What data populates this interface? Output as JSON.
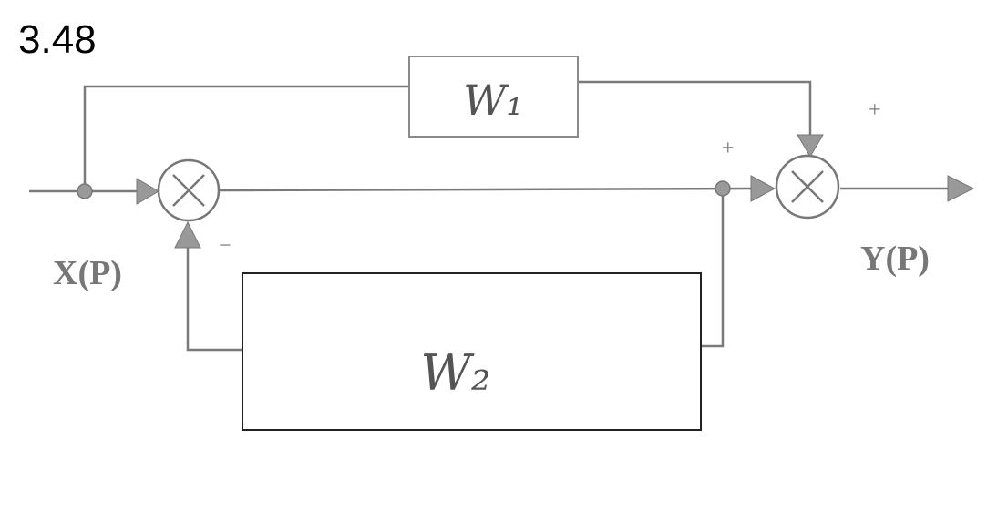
{
  "problem_number": "3.48",
  "colors": {
    "wire": "#7a7a7a",
    "arrow": "#999999",
    "box_w1": "#8a8a8a",
    "box_w2": "#222222",
    "labels": "#777777"
  },
  "input": {
    "label": "X(P)"
  },
  "output": {
    "label": "Y(P)"
  },
  "blocks": {
    "w1": {
      "label": "W₁"
    },
    "w2": {
      "label": "W₂"
    }
  },
  "summer1": {
    "icon": "summing-junction-icon",
    "feedback_sign": "−"
  },
  "summer2": {
    "icon": "summing-junction-icon",
    "input_sign": "+",
    "top_sign": "+"
  }
}
